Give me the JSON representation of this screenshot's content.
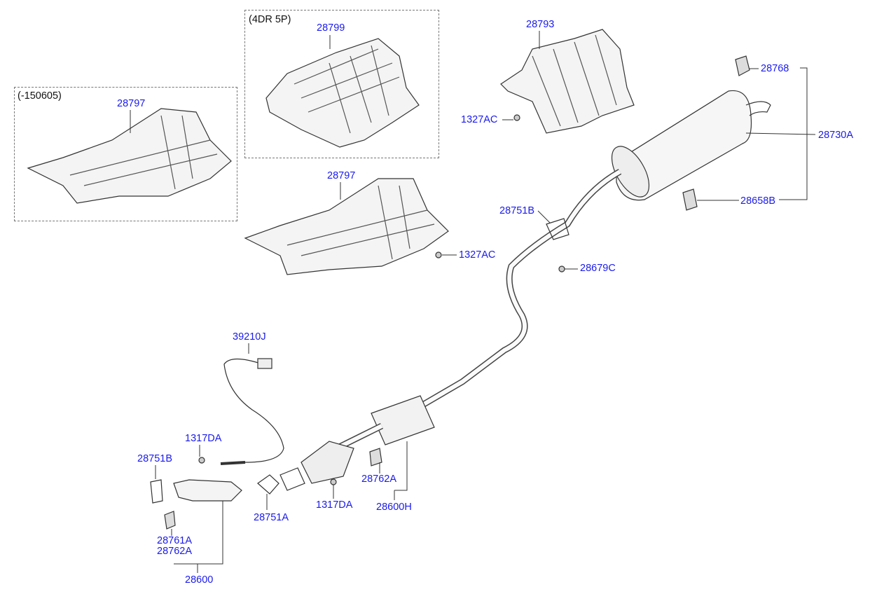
{
  "notes": {
    "variant_4dr5p": "(4DR 5P)",
    "variant_date": "(-150605)"
  },
  "parts": {
    "heat_shield_4dr5p": "28799",
    "heat_shield_early": "28797",
    "heat_shield_center": "28797",
    "heat_shield_rear": "28793",
    "nut_rear_shield": "1327AC",
    "nut_center_shield": "1327AC",
    "hanger_top": "28768",
    "muffler_assy": "28730A",
    "hanger_rear": "28658B",
    "gasket_center": "28751B",
    "nut_center": "28679C",
    "oxygen_sensor": "39210J",
    "nut_front_upper": "1317DA",
    "gasket_front": "28751B",
    "gasket_mid": "28751A",
    "nut_front_lower": "1317DA",
    "hanger_center": "28762A",
    "center_pipe_assy": "28600H",
    "hanger_front_1": "28761A",
    "hanger_front_2": "28762A",
    "front_pipe_assy": "28600"
  },
  "colors": {
    "label": "#1a1aee",
    "line": "#333333"
  }
}
